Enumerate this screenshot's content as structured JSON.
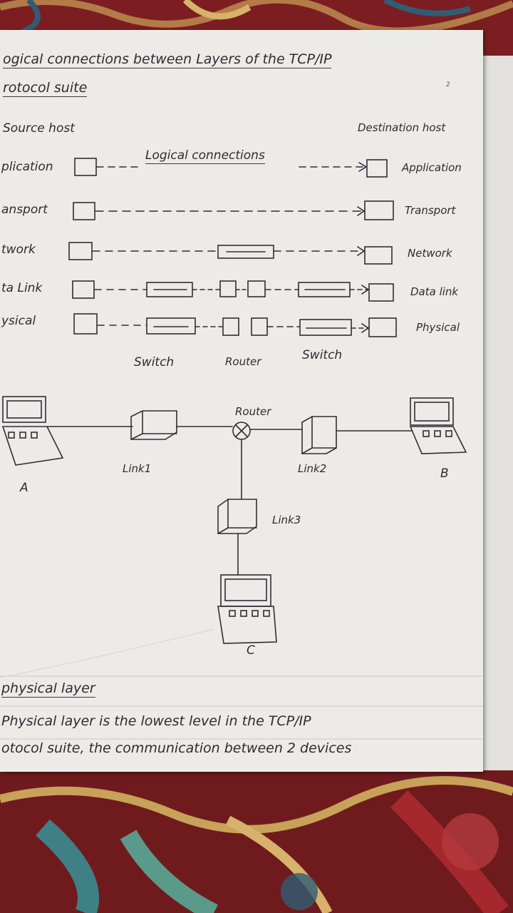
{
  "title_line1": "ogical connections between Layers of the TCP/IP",
  "title_line2": "rotocol suite",
  "page_mark": "2",
  "source_host": "Source host",
  "destination_host": "Destination host",
  "logical_connections_label": "Logical connections",
  "left_layers": [
    "plication",
    "ansport",
    "twork",
    "ta Link",
    "ysical"
  ],
  "right_layers": [
    "Application",
    "Transport",
    "Network",
    "Data link",
    "Physical"
  ],
  "device_labels": [
    "Switch",
    "Router",
    "Switch"
  ],
  "network": {
    "router": "Router",
    "link1": "Link1",
    "link2": "Link2",
    "link3": "Link3",
    "host_a": "A",
    "host_b": "B",
    "host_c": "C"
  },
  "section_heading": "physical layer",
  "body_line1": "Physical layer is the lowest level in the TCP/IP",
  "body_line2": "otocol suite, the communication between 2 devices"
}
